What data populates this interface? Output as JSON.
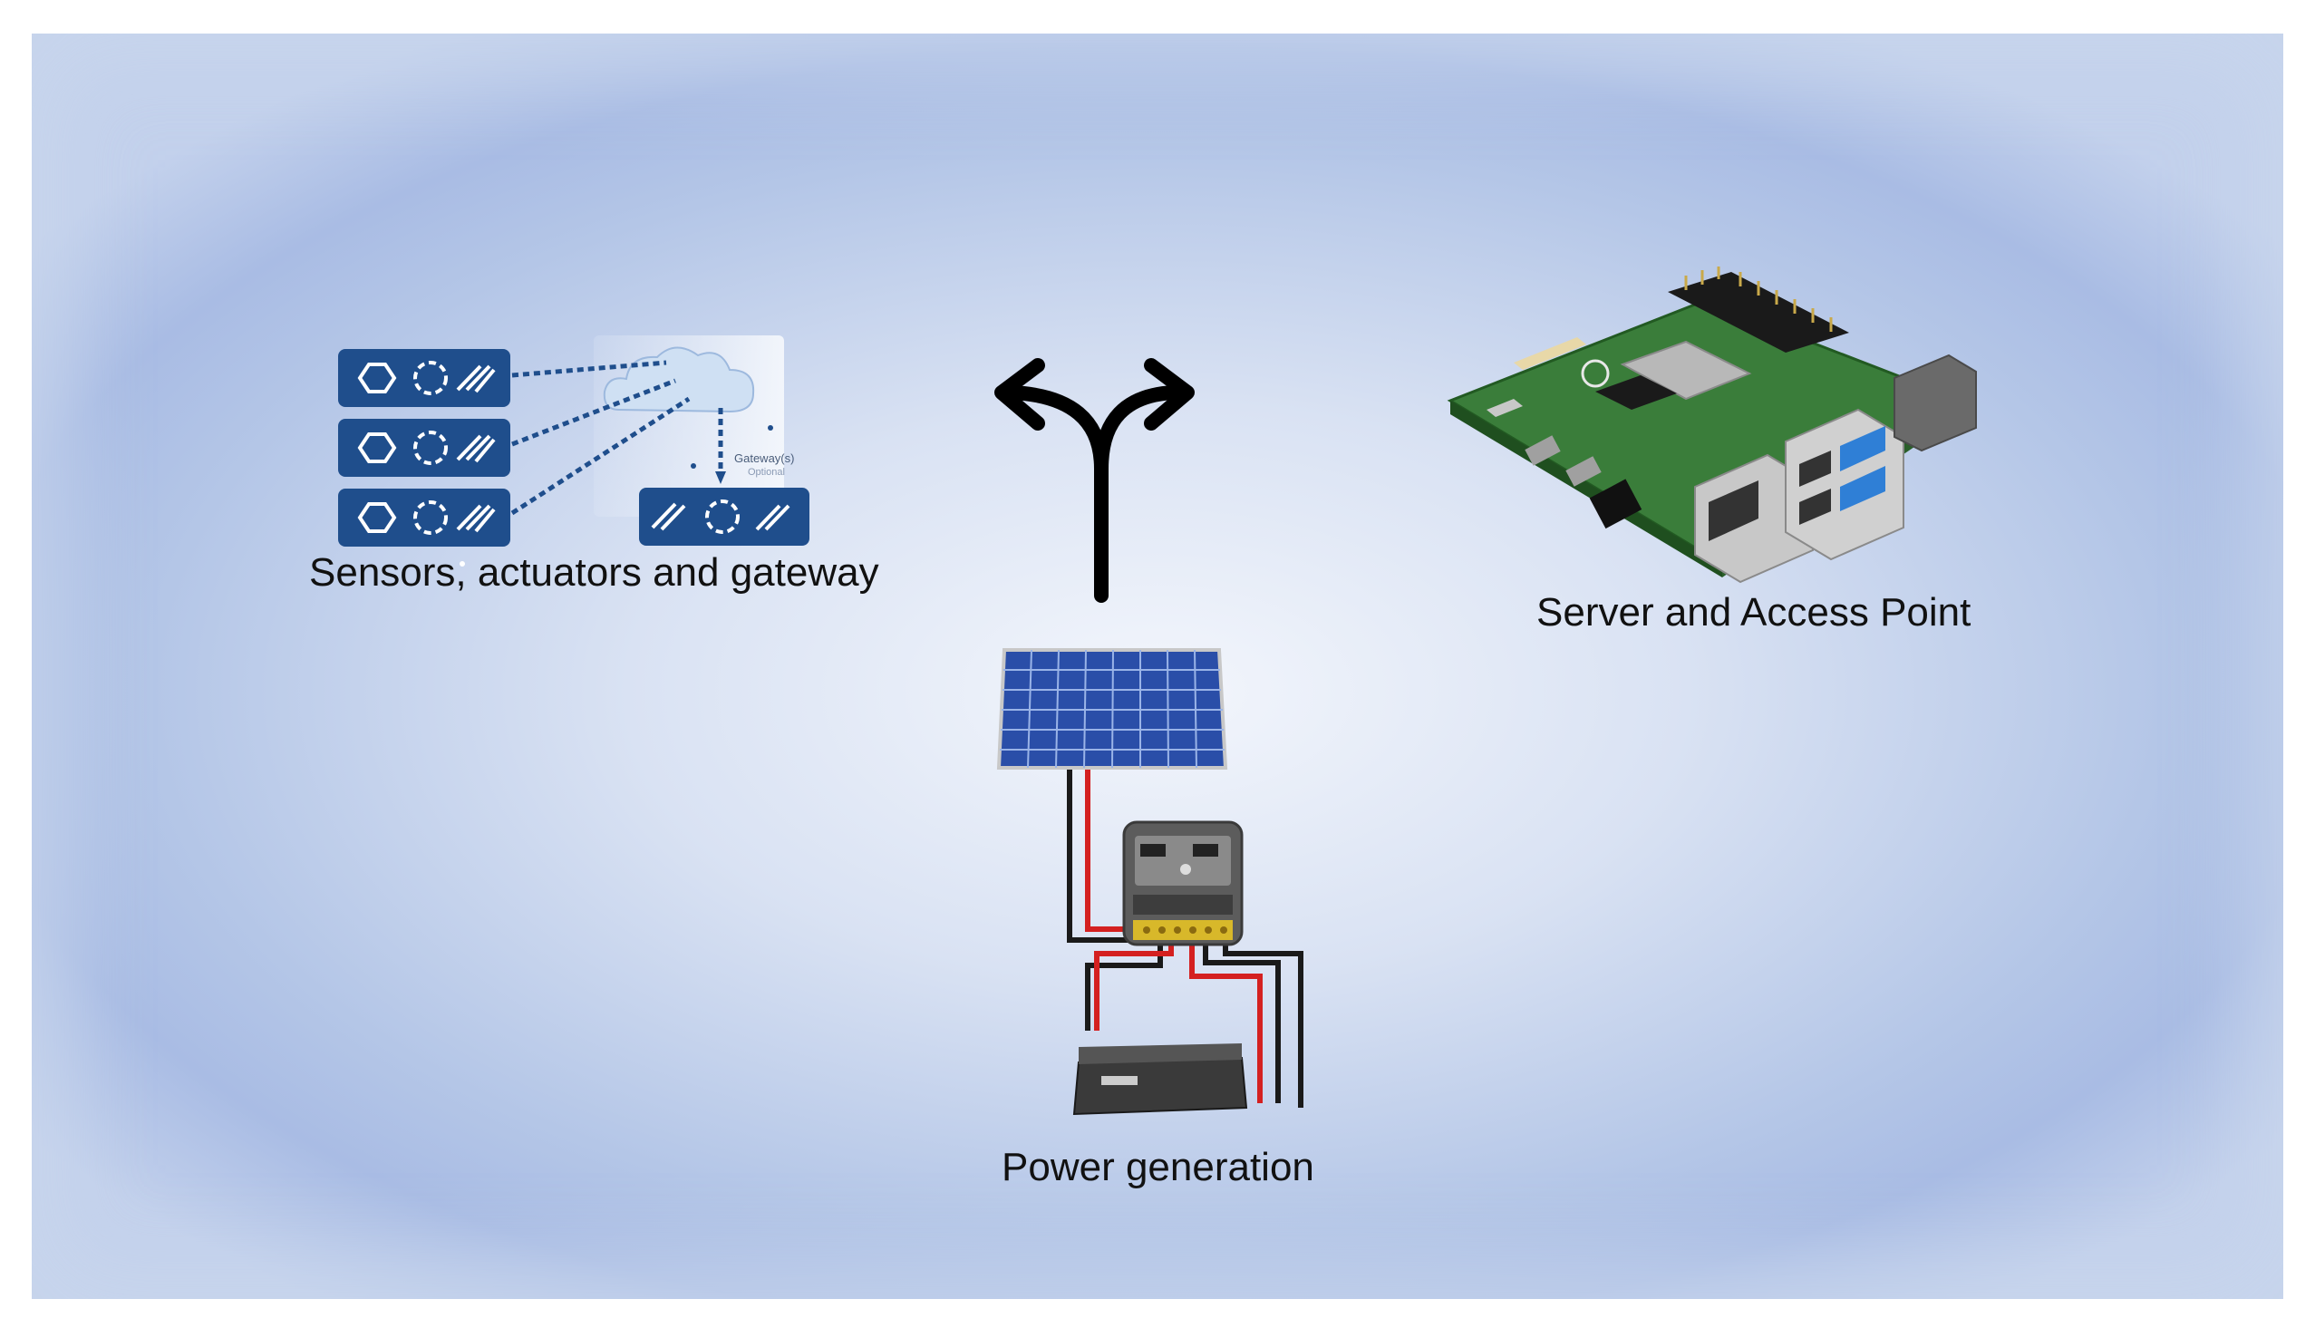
{
  "labels": {
    "sensors": "Sensors, actuators and gateway",
    "server": "Server and Access Point",
    "power": "Power generation"
  },
  "gateway_box": {
    "line1": "Gateway(s)",
    "line2": "Optional"
  },
  "icons": {
    "split": "split-arrow-icon",
    "sensor_modules": "sensor-module-icon",
    "cloud": "cloud-icon",
    "raspberry_pi": "raspberry-pi-board-icon",
    "solar_panel": "solar-panel-icon",
    "charge_controller": "charge-controller-icon",
    "battery": "battery-icon"
  },
  "colors": {
    "module_blue": "#1f4e8c",
    "panel_bg": "#b4c6e7",
    "pcb_green": "#3a7d3a",
    "usb_blue": "#2f7fd6",
    "wire_red": "#d42020"
  }
}
